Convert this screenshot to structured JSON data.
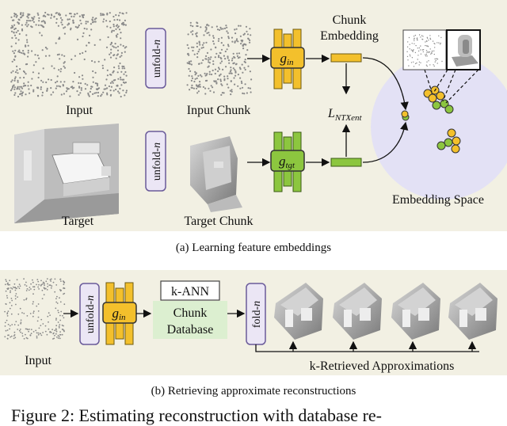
{
  "panel_a": {
    "input_label": "Input",
    "unfold_label": "unfold-",
    "unfold_var": "n",
    "input_chunk_label": "Input Chunk",
    "g_in_base": "g",
    "g_in_sub": "in",
    "chunk_embedding_line1": "Chunk",
    "chunk_embedding_line2": "Embedding",
    "loss_base": "L",
    "loss_sub": "NTXent",
    "target_label": "Target",
    "target_chunk_label": "Target Chunk",
    "g_tgt_base": "g",
    "g_tgt_sub": "tgt",
    "embedding_space_label": "Embedding Space",
    "caption": "(a) Learning feature embeddings"
  },
  "panel_b": {
    "input_label": "Input",
    "unfold_label": "unfold-",
    "unfold_var": "n",
    "g_in_base": "g",
    "g_in_sub": "in",
    "kann_label": "k-ANN",
    "db_line1": "Chunk",
    "db_line2": "Database",
    "fold_label": "fold-",
    "fold_var": "n",
    "retrieved_label": "k-Retrieved Approximations",
    "caption": "(b) Retrieving approximate reconstructions"
  },
  "figure_caption": "Figure 2:  Estimating reconstruction with database re-",
  "colors": {
    "panel_bg": "#f2f0e3",
    "encoder_yellow": "#f3c02c",
    "encoder_green": "#8cc63f",
    "unfold_fill": "#ebe6f5",
    "unfold_stroke": "#6a5a9a",
    "embedding_space": "#e3e1f5",
    "db_green": "#dcefd0"
  }
}
